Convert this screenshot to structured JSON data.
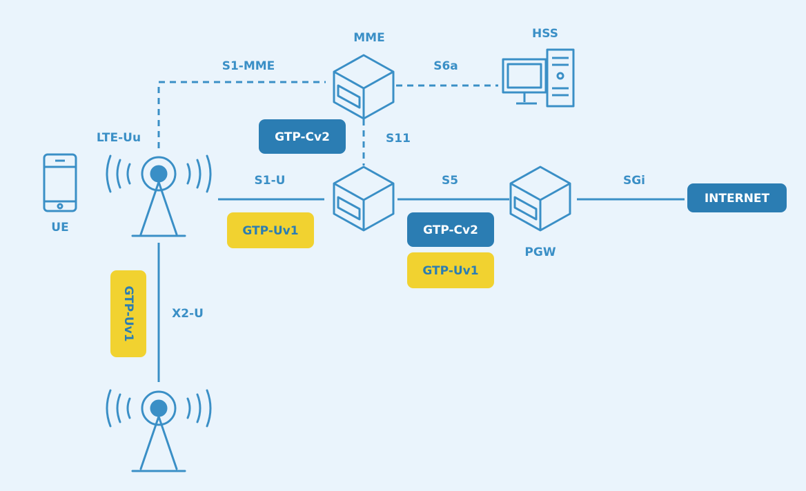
{
  "colors": {
    "primary": "#3a8fc6",
    "badge_blue": "#2b7db3",
    "badge_yellow": "#f1d230",
    "background": "#eaf4fc"
  },
  "nodes": {
    "ue": "UE",
    "mme": "MME",
    "hss": "HSS",
    "pgw": "PGW",
    "internet": "INTERNET"
  },
  "interfaces": {
    "s1_mme": "S1-MME",
    "s6a": "S6a",
    "lte_uu": "LTE-Uu",
    "s11": "S11",
    "s1_u": "S1-U",
    "s5": "S5",
    "sgi": "SGi",
    "x2_u": "X2-U"
  },
  "badges": {
    "gtp_c_mme_sgw": "GTP-Cv2",
    "gtp_u_s1": "GTP-Uv1",
    "gtp_c_s5": "GTP-Cv2",
    "gtp_u_s5": "GTP-Uv1",
    "gtp_u_x2": "GTP-Uv1"
  }
}
